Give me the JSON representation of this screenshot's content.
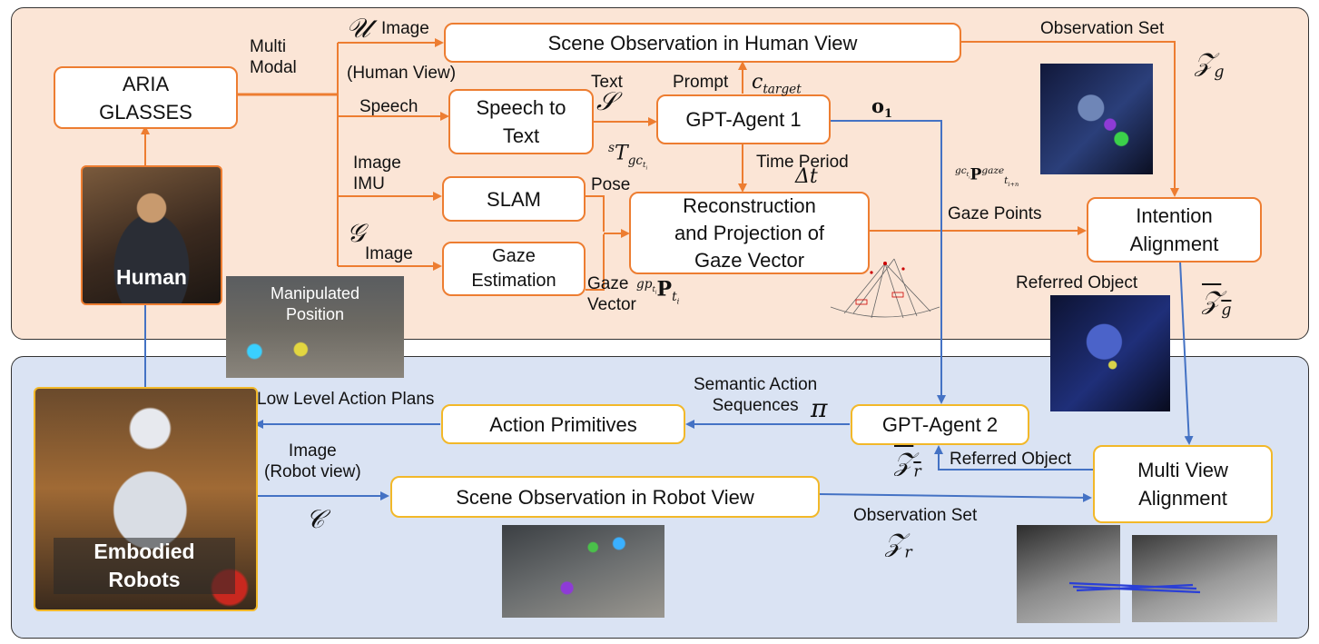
{
  "colors": {
    "human_panel": "#fbe5d6",
    "robot_panel": "#dae3f3",
    "human_flow": "#ed7d31",
    "robot_flow": "#4472c4",
    "robot_box_border": "#f2b829"
  },
  "icons": [
    "human-photo",
    "robot-photo",
    "arrow-right",
    "arrow-up",
    "arrow-down"
  ],
  "human_side": {
    "boxes": {
      "aria_glasses": "ARIA\nGLASSES",
      "scene_observation_human": "Scene Observation in Human View",
      "speech_to_text": "Speech to\nText",
      "gpt_agent_1": "GPT-Agent 1",
      "slam": "SLAM",
      "gaze_estimation": "Gaze\nEstimation",
      "reconstruction": "Reconstruction\nand Projection of\nGaze Vector",
      "intention_alignment": "Intention\nAlignment"
    },
    "labels": {
      "multi_modal": "Multi\nModal",
      "image_top": "Image",
      "human_view": "(Human View)",
      "speech": "Speech",
      "text": "Text",
      "prompt": "Prompt",
      "image_imu": "Image\nIMU",
      "image_gaze": "Image",
      "pose": "Pose",
      "gaze_vector": "Gaze\nVector",
      "time_period": "Time Period",
      "gaze_points": "Gaze Points",
      "observation_set": "Observation Set",
      "referred_object": "Referred Object",
      "manipulated_position": "Manipulated\nPosition",
      "human_caption": "Human"
    }
  },
  "robot_side": {
    "boxes": {
      "action_primitives": "Action Primitives",
      "gpt_agent_2": "GPT-Agent 2",
      "scene_observation_robot": "Scene Observation in Robot View",
      "multi_view_alignment": "Multi View\nAlignment"
    },
    "labels": {
      "low_level_action_plans": "Low Level Action Plans",
      "semantic_action_sequences": "Semantic Action\nSequences",
      "image_robot_view": "Image\n(Robot view)",
      "referred_object": "Referred Object",
      "observation_set": "Observation Set",
      "robot_caption": "Embodied\nRobots"
    }
  }
}
